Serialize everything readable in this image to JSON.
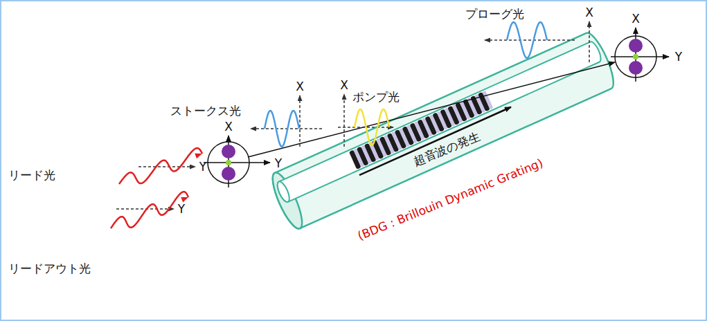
{
  "diagram": {
    "labels": [
      "プローグ光",
      "X",
      "X",
      "ストークス光",
      "X",
      "ポンプ光",
      "X",
      "Y",
      "超音波の発生",
      "(BDG : Brillouin Dynamic Grating)",
      "X",
      "Y",
      "Y",
      "リード光",
      "Y",
      "リードアウト光"
    ]
  }
}
